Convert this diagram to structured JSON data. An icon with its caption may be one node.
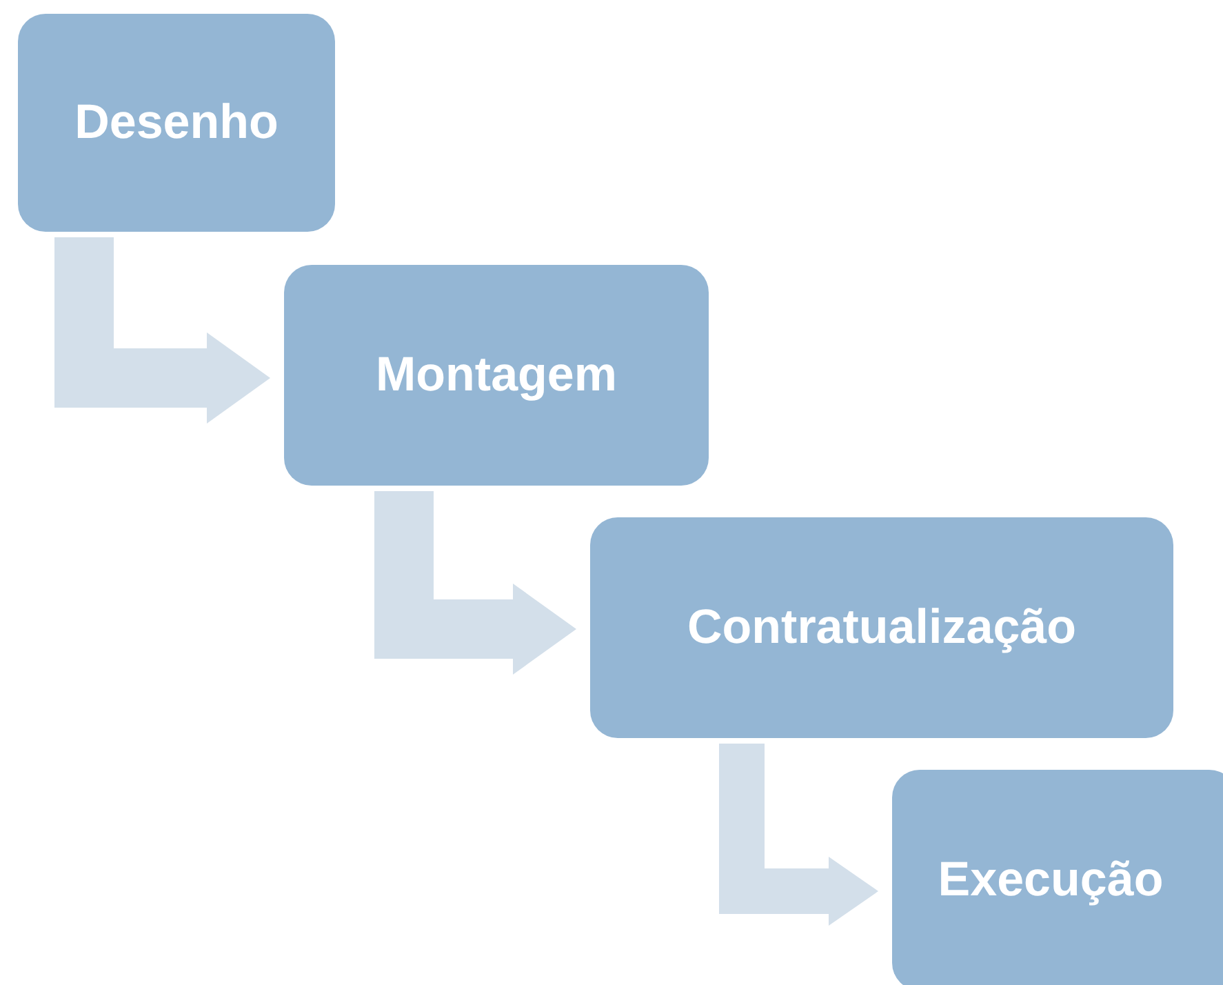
{
  "diagram": {
    "nodes": [
      {
        "text": [
          "Desenho"
        ]
      },
      {
        "text": [
          "Montagem"
        ]
      },
      {
        "text": [
          "Contratualização"
        ]
      },
      {
        "text": [
          "Execução"
        ]
      }
    ],
    "edges": [
      {
        "from": 0,
        "to": 1,
        "arrow": "to"
      },
      {
        "from": 1,
        "to": 2,
        "arrow": "to"
      },
      {
        "from": 2,
        "to": 3,
        "arrow": "to"
      }
    ]
  }
}
